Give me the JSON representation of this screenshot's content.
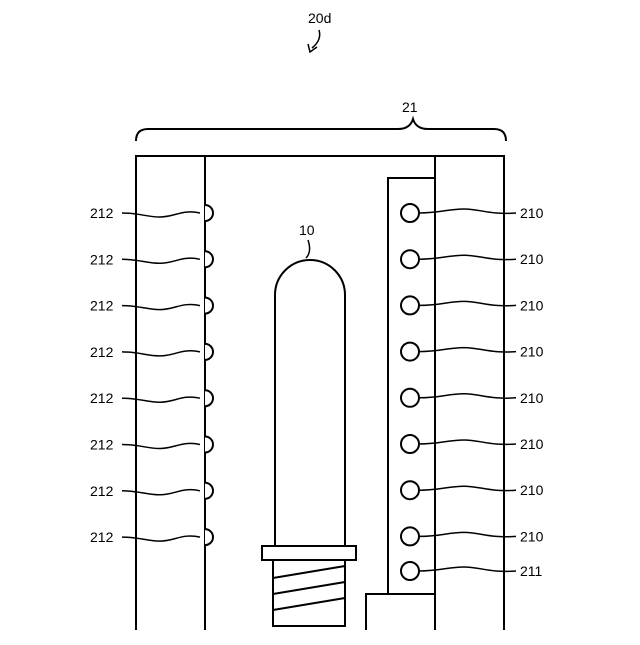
{
  "figure_label": "20d",
  "assembly_label": "21",
  "component_label": "10",
  "left_labels": [
    "212",
    "212",
    "212",
    "212",
    "212",
    "212",
    "212",
    "212"
  ],
  "right_labels": [
    "210",
    "210",
    "210",
    "210",
    "210",
    "210",
    "210",
    "210",
    "211"
  ]
}
